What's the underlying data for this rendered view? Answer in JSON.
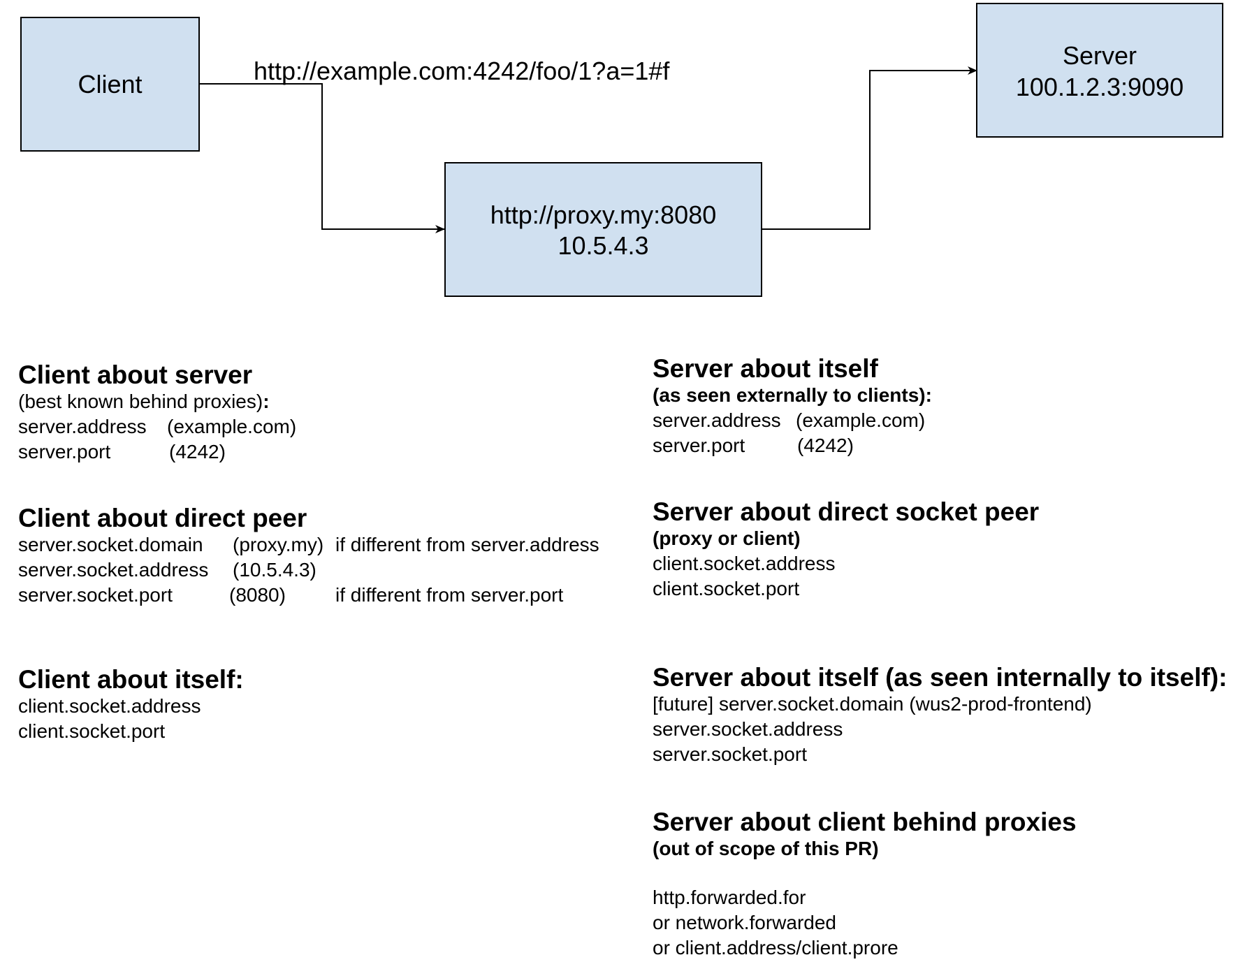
{
  "diagram": {
    "client_label": "Client",
    "proxy_line1": "http://proxy.my:8080",
    "proxy_line2": "10.5.4.3",
    "server_line1": "Server",
    "server_line2": "100.1.2.3:9090",
    "request_url": "http://example.com:4242/foo/1?a=1#f",
    "colors": {
      "box_fill": "#d0e0f0",
      "box_stroke": "#000000",
      "edge": "#000000"
    }
  },
  "left_sections": {
    "client_server": {
      "title": "Client about server",
      "subtitle_text": "(best known behind proxies)",
      "subtitle_colon": ":",
      "rows": [
        {
          "attr": "server.address",
          "value": "(example.com)",
          "note": ""
        },
        {
          "attr": "server.port",
          "value": "(4242)",
          "note": ""
        }
      ]
    },
    "client_peer": {
      "title": "Client about direct peer",
      "rows": [
        {
          "attr": "server.socket.domain",
          "value": "(proxy.my)",
          "note": "if different from server.address"
        },
        {
          "attr": "server.socket.address",
          "value": "(10.5.4.3)",
          "note": ""
        },
        {
          "attr": "server.socket.port",
          "value": "(8080)",
          "note": "if different from server.port"
        }
      ]
    },
    "client_itself": {
      "title": "Client about itself:",
      "lines": [
        "client.socket.address",
        "client.socket.port"
      ]
    }
  },
  "right_sections": {
    "server_itself_ext": {
      "title": "Server about itself",
      "subtitle": "(as seen externally to clients):",
      "rows": [
        {
          "attr": "server.address",
          "value": "(example.com)"
        },
        {
          "attr": "server.port",
          "value": "(4242)"
        }
      ]
    },
    "server_peer": {
      "title": "Server about direct socket peer",
      "subtitle": "(proxy or client)",
      "lines": [
        "client.socket.address",
        "client.socket.port"
      ]
    },
    "server_itself_int": {
      "title": "Server about itself (as seen internally to itself):",
      "lines": [
        "[future] server.socket.domain (wus2-prod-frontend)",
        "server.socket.address",
        "server.socket.port"
      ]
    },
    "server_client_proxies": {
      "title": "Server about client behind proxies",
      "subtitle": "(out of scope of this PR)",
      "lines": [
        "http.forwarded.for",
        "or network.forwarded",
        "or client.address/client.prore"
      ]
    }
  }
}
